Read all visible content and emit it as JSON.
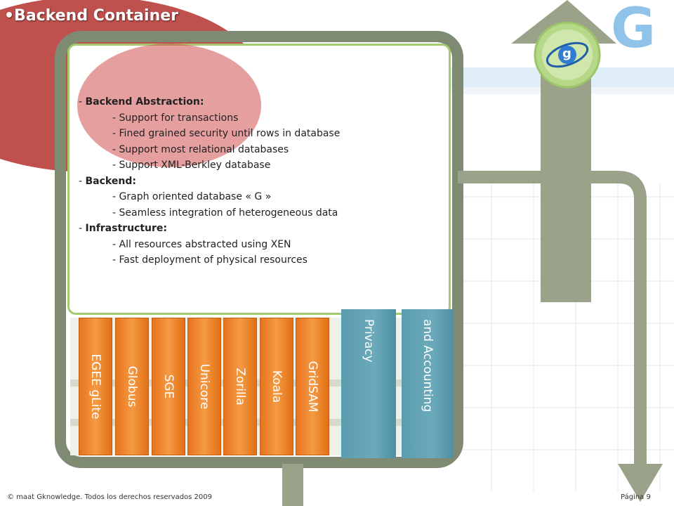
{
  "slide": {
    "title": "•Backend Container",
    "logo_letter": "G",
    "badge_letter": "g"
  },
  "content": {
    "lines": [
      {
        "prefix": "- ",
        "text": "Backend Abstraction:",
        "bold": true,
        "level": 1
      },
      {
        "prefix": "- ",
        "text": "Support for transactions",
        "bold": false,
        "level": 2
      },
      {
        "prefix": "- ",
        "text": "Fined grained security until rows in database",
        "bold": false,
        "level": 2
      },
      {
        "prefix": "- ",
        "text": "Support most relational databases",
        "bold": false,
        "level": 2
      },
      {
        "prefix": "- ",
        "text": "Support XML-Berkley database",
        "bold": false,
        "level": 2
      },
      {
        "prefix": "- ",
        "text": "Backend:",
        "bold": true,
        "level": 1
      },
      {
        "prefix": "- ",
        "text": "Graph oriented database « G »",
        "bold": false,
        "level": 2
      },
      {
        "prefix": "- ",
        "text": "Seamless integration of heterogeneous data",
        "bold": false,
        "level": 2
      },
      {
        "prefix": "- ",
        "text": "Infrastructure:",
        "bold": true,
        "level": 1
      },
      {
        "prefix": "- ",
        "text": "All resources abstracted using XEN",
        "bold": false,
        "level": 2
      },
      {
        "prefix": "- ",
        "text": "Fast deployment of physical resources",
        "bold": false,
        "level": 2
      }
    ]
  },
  "middleware_bars": [
    "EGEE gLite",
    "Globus",
    "SGE",
    "Unicore",
    "Zorilla",
    "Koala",
    "GridSAM"
  ],
  "side_columns": [
    "Privacy",
    "and Accounting"
  ],
  "footer": {
    "copyright": "© maat Gknowledge. Todos los derechos reservados 2009",
    "page": "Página 9"
  },
  "colors": {
    "red_ellipse": "#c0504d",
    "frame_gray": "#7f8a72",
    "arrow_gray": "#9aa38a",
    "panel_border": "#a5c96e",
    "orange_bar": "#f28a2e",
    "blue_column": "#5b9cae",
    "logo_blue": "#8fc3e9"
  }
}
